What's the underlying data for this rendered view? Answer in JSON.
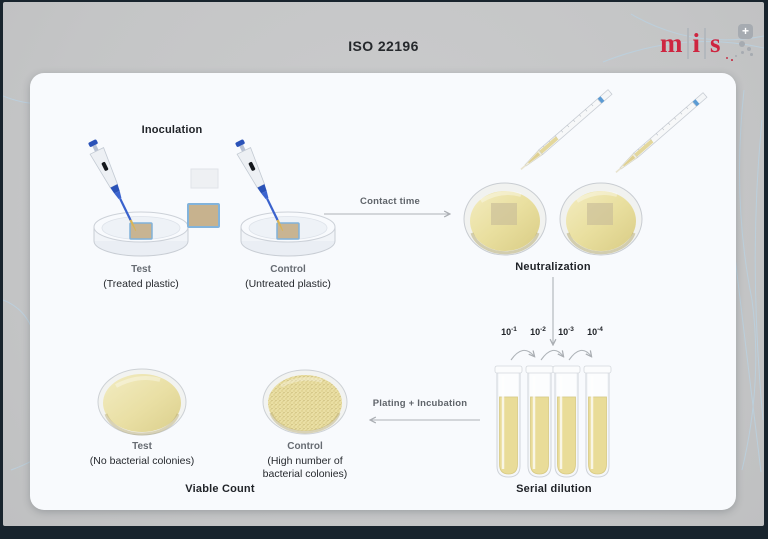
{
  "title": "ISO 22196",
  "logo": {
    "letters": [
      "m",
      "i",
      "s"
    ],
    "plus": "+"
  },
  "colors": {
    "accent_red": "#ce2540",
    "frame_dark": "#18242d",
    "canvas_gray": "#c7c8c9",
    "panel_white": "#f8fafd",
    "agar_yellow": "#e8dd9e",
    "sample_tan": "#c7b28e",
    "sample_border_blue": "#82b3db",
    "pipette_blue": "#2a52b8",
    "arrow_gray": "#aeb3b8"
  },
  "steps": {
    "inoculation": {
      "heading": "Inoculation",
      "test_label": "Test",
      "test_sublabel": "(Treated plastic)",
      "control_label": "Control",
      "control_sublabel": "(Untreated plastic)"
    },
    "contact_time_label": "Contact time",
    "neutralization": {
      "heading": "Neutralization"
    },
    "serial_dilution": {
      "heading": "Serial dilution",
      "dilutions": [
        {
          "base": "10",
          "exp": "-1"
        },
        {
          "base": "10",
          "exp": "-2"
        },
        {
          "base": "10",
          "exp": "-3"
        },
        {
          "base": "10",
          "exp": "-4"
        }
      ]
    },
    "plating_label": "Plating + Incubation",
    "viable_count": {
      "heading": "Viable Count",
      "test_label": "Test",
      "test_sublabel": "(No bacterial colonies)",
      "control_label": "Control",
      "control_sublabel": "(High number of bacterial colonies)"
    }
  }
}
